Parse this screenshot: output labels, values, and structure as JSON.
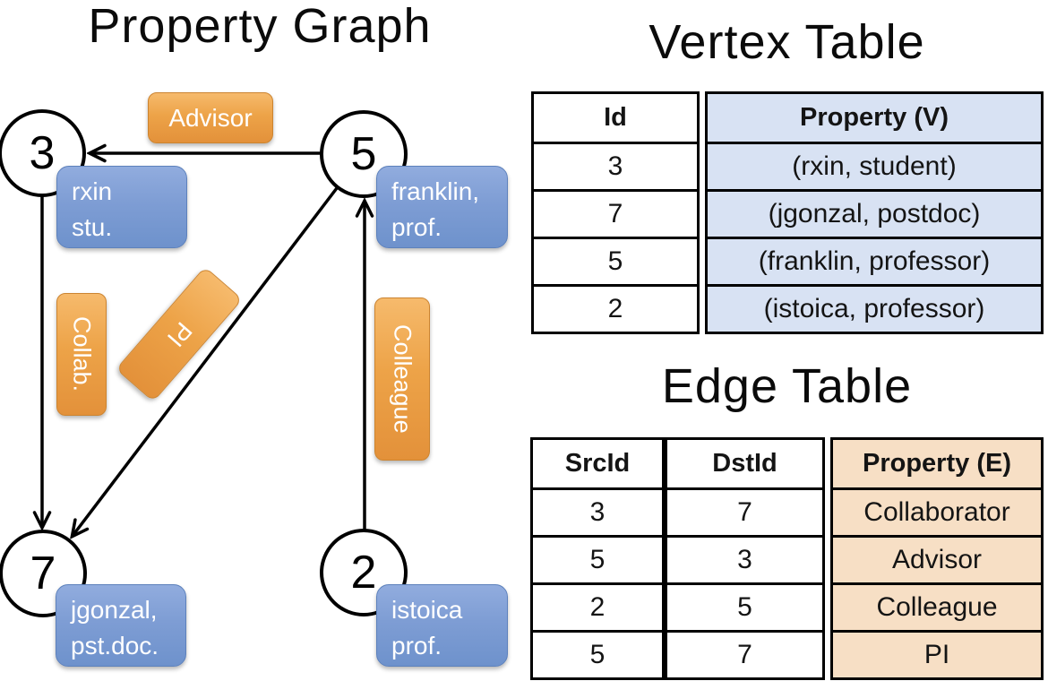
{
  "graph": {
    "title": "Property Graph",
    "nodes": [
      {
        "id": "3"
      },
      {
        "id": "5"
      },
      {
        "id": "7"
      },
      {
        "id": "2"
      }
    ],
    "edge_labels": {
      "advisor": "Advisor",
      "collab": "Collab.",
      "pi": "PI",
      "colleague": "Colleague"
    },
    "vertex_props": {
      "rxin": {
        "line1": "rxin",
        "line2": "stu."
      },
      "franklin": {
        "line1": "franklin,",
        "line2": "prof."
      },
      "jgonzal": {
        "line1": "jgonzal,",
        "line2": "pst.doc."
      },
      "istoica": {
        "line1": "istoica",
        "line2": "prof."
      }
    }
  },
  "vertex_table": {
    "title": "Vertex Table",
    "columns": [
      "Id",
      "Property (V)"
    ],
    "rows": [
      [
        "3",
        "(rxin, student)"
      ],
      [
        "7",
        "(jgonzal, postdoc)"
      ],
      [
        "5",
        "(franklin, professor)"
      ],
      [
        "2",
        "(istoica, professor)"
      ]
    ]
  },
  "edge_table": {
    "title": "Edge Table",
    "columns": [
      "SrcId",
      "DstId",
      "Property (E)"
    ],
    "rows": [
      [
        "3",
        "7",
        "Collaborator"
      ],
      [
        "5",
        "3",
        "Advisor"
      ],
      [
        "2",
        "5",
        "Colleague"
      ],
      [
        "5",
        "7",
        "PI"
      ]
    ]
  },
  "colors": {
    "edge_label_orange": "#eda348",
    "vertex_prop_blue": "#7e9dd4",
    "vertex_table_fill": "#d8e2f3",
    "edge_table_fill": "#f7dfc5",
    "line_black": "#000000",
    "background": "#ffffff"
  }
}
